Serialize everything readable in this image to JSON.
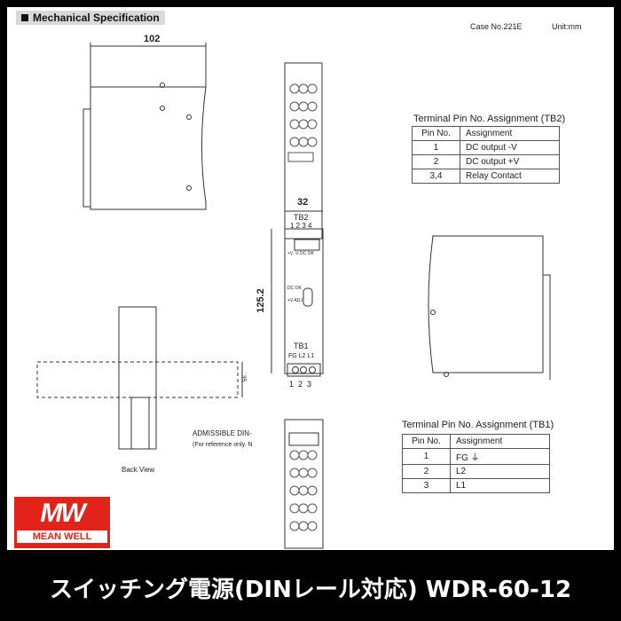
{
  "header": {
    "title": "Mechanical Specification",
    "case_no": "Case No.221E",
    "unit": "Unit:mm"
  },
  "dimensions": {
    "width": "102",
    "depth": "32",
    "height": "125.2",
    "rail": "35"
  },
  "front_panel": {
    "tb2": "TB2",
    "tb2_pins": "1 2 3 4",
    "tb2_labels": "+V -V  DC OK",
    "led": "DC OK",
    "adj": "+V ADJ",
    "tb1": "TB1",
    "tb1_labels": "FG L2 L1",
    "tb1_pins": "1  2  3"
  },
  "din": {
    "title": "ADMISSIBLE DIN-",
    "note": "(For reference only. N",
    "back_view": "Back View"
  },
  "tb2_table": {
    "title": "Terminal Pin No.  Assignment (TB2)",
    "headers": [
      "Pin No.",
      "Assignment"
    ],
    "rows": [
      [
        "1",
        "DC  output  -V"
      ],
      [
        "2",
        "DC  output  +V"
      ],
      [
        "3,4",
        "Relay  Contact"
      ]
    ]
  },
  "tb1_table": {
    "title": "Terminal Pin No.  Assignment (TB1)",
    "headers": [
      "Pin No.",
      "Assignment"
    ],
    "rows": [
      [
        "1",
        "FG ⏚"
      ],
      [
        "2",
        "L2"
      ],
      [
        "3",
        "L1"
      ]
    ]
  },
  "logo": {
    "mark": "MW",
    "name": "MEAN WELL",
    "color": "#e2231a"
  },
  "banner": {
    "title": "スイッチング電源(DINレール対応) WDR-60-12"
  }
}
